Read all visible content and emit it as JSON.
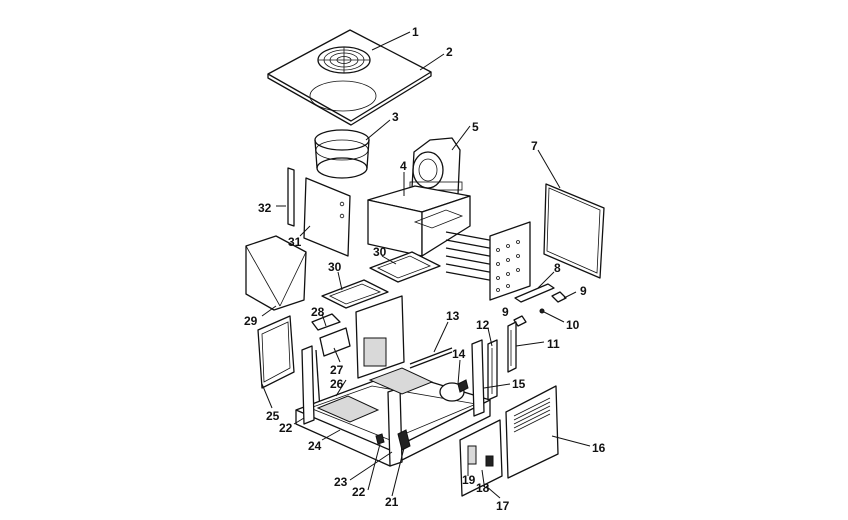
{
  "callouts": [
    {
      "id": "c1",
      "label": "1"
    },
    {
      "id": "c2",
      "label": "2"
    },
    {
      "id": "c3",
      "label": "3"
    },
    {
      "id": "c4",
      "label": "4"
    },
    {
      "id": "c5",
      "label": "5"
    },
    {
      "id": "c6",
      "label": "7"
    },
    {
      "id": "c7",
      "label": "8"
    },
    {
      "id": "c8",
      "label": "9"
    },
    {
      "id": "c9",
      "label": "9"
    },
    {
      "id": "c10",
      "label": "10"
    },
    {
      "id": "c11",
      "label": "11"
    },
    {
      "id": "c12",
      "label": "12"
    },
    {
      "id": "c13",
      "label": "13"
    },
    {
      "id": "c14",
      "label": "14"
    },
    {
      "id": "c15",
      "label": "15"
    },
    {
      "id": "c16",
      "label": "16"
    },
    {
      "id": "c17",
      "label": "17"
    },
    {
      "id": "c18",
      "label": "18"
    },
    {
      "id": "c19",
      "label": "19"
    },
    {
      "id": "c20",
      "label": "21"
    },
    {
      "id": "c21",
      "label": "22"
    },
    {
      "id": "c22",
      "label": "22"
    },
    {
      "id": "c23",
      "label": "23"
    },
    {
      "id": "c24",
      "label": "24"
    },
    {
      "id": "c25",
      "label": "25"
    },
    {
      "id": "c26",
      "label": "26"
    },
    {
      "id": "c27",
      "label": "27"
    },
    {
      "id": "c28",
      "label": "28"
    },
    {
      "id": "c29",
      "label": "29"
    },
    {
      "id": "c30",
      "label": "30"
    },
    {
      "id": "c31",
      "label": "30"
    },
    {
      "id": "c32",
      "label": "31"
    },
    {
      "id": "c33",
      "label": "32"
    }
  ]
}
